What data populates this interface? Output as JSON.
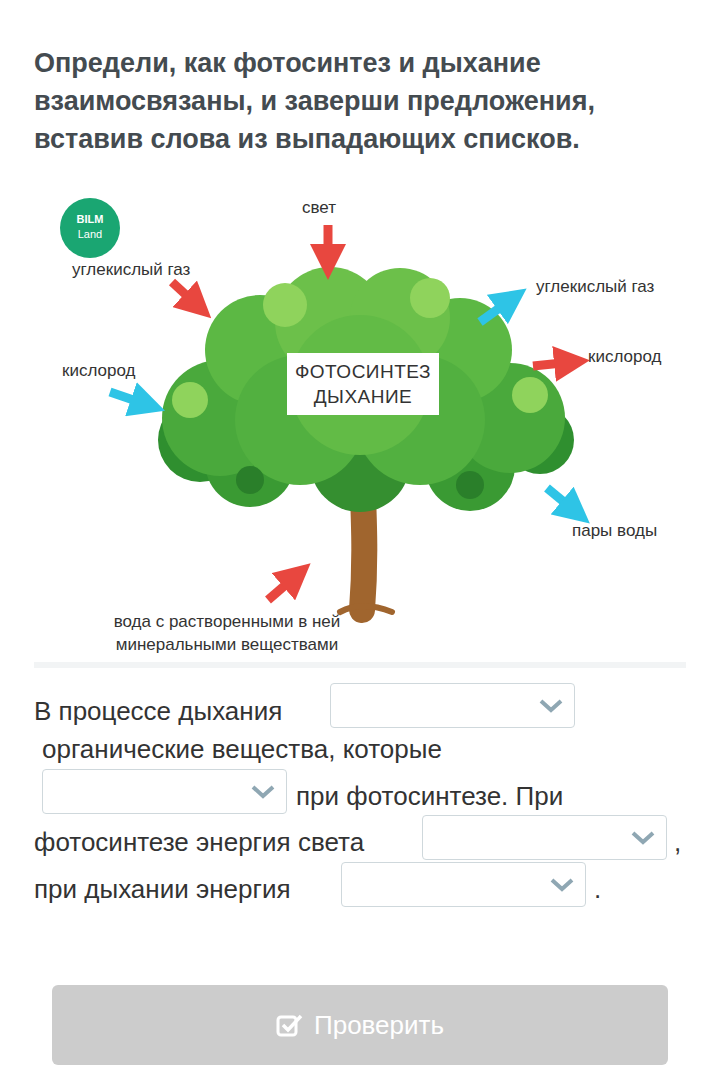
{
  "diagram": {
    "title": "Определи, как фотосинтез и дыхание взаимосвязаны, и заверши предложения, вставив слова из выпадающих списков.",
    "nodes": [
      {
        "text": [
          "ФОТОСИНТЕЗ ДЫХАНИЕ"
        ]
      },
      {
        "text": [
          "Проверить"
        ]
      }
    ],
    "labels": [
      "BILM",
      "Land",
      "свет",
      "углекислый газ",
      "кислород",
      "углекислый газ",
      "кислород",
      "пары воды",
      "вода с растворенными в ней минеральными веществами",
      "В процессе дыхания",
      "органические вещества, которые",
      "при фотосинтезе. При",
      "фотосинтезе энергия света",
      ",",
      "при дыхании энергия",
      "."
    ]
  }
}
